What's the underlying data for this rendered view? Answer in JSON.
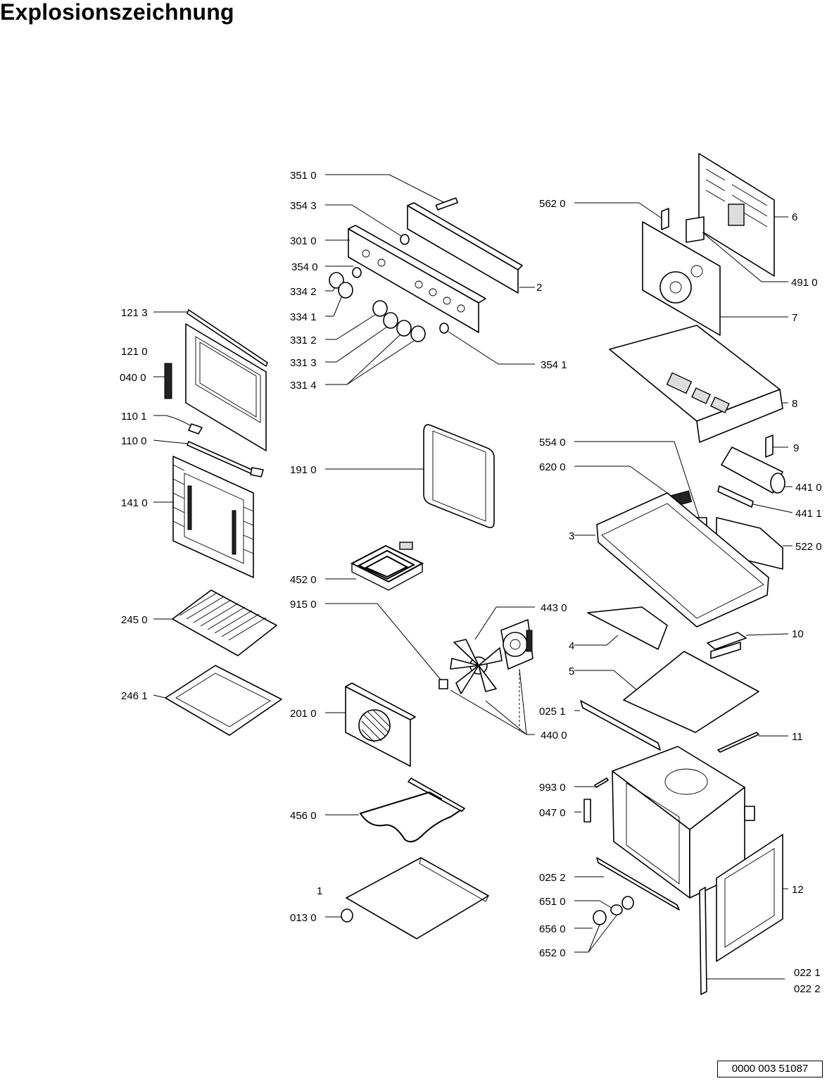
{
  "title": "Explosionszeichnung",
  "doc_number": "0000 003 51087",
  "labels": {
    "l3510": "351 0",
    "l3543": "354 3",
    "l3010": "301 0",
    "l3540": "354 0",
    "l3342": "334 2",
    "l3341": "334 1",
    "l3312": "331 2",
    "l3313": "331 3",
    "l3314": "331 4",
    "l3541": "354 1",
    "l2": "2",
    "l1213": "121 3",
    "l1210": "121 0",
    "l0400": "040 0",
    "l1101": "110 1",
    "l1100": "110 0",
    "l1410": "141 0",
    "l2450": "245 0",
    "l2461": "246 1",
    "l1910": "191 0",
    "l4520": "452 0",
    "l9150": "915 0",
    "l4430": "443 0",
    "l2010": "201 0",
    "l4400": "440 0",
    "l4560": "456 0",
    "l1": "1",
    "l0130": "013 0",
    "l5620": "562 0",
    "l6": "6",
    "l4910": "491 0",
    "l7": "7",
    "l8": "8",
    "l5540": "554 0",
    "l6200": "620 0",
    "l9": "9",
    "l4410": "441 0",
    "l4411": "441 1",
    "l3": "3",
    "l5220": "522 0",
    "l4": "4",
    "l10": "10",
    "l5": "5",
    "l0251": "025 1",
    "l11": "11",
    "l9930": "993 0",
    "l0470": "047 0",
    "l0252": "025 2",
    "l12": "12",
    "l6510": "651 0",
    "l6560": "656 0",
    "l6520": "652 0",
    "l0221": "022 1",
    "l0222": "022 2"
  }
}
